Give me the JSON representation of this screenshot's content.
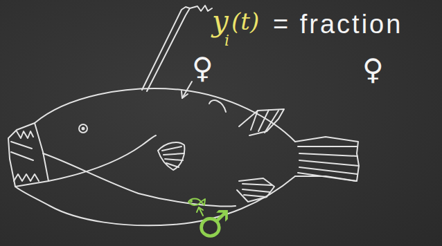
{
  "diagram": {
    "labels": [
      "y",
      "i",
      "(t)",
      "= fraction",
      "♀",
      "♀",
      "♂"
    ]
  }
}
